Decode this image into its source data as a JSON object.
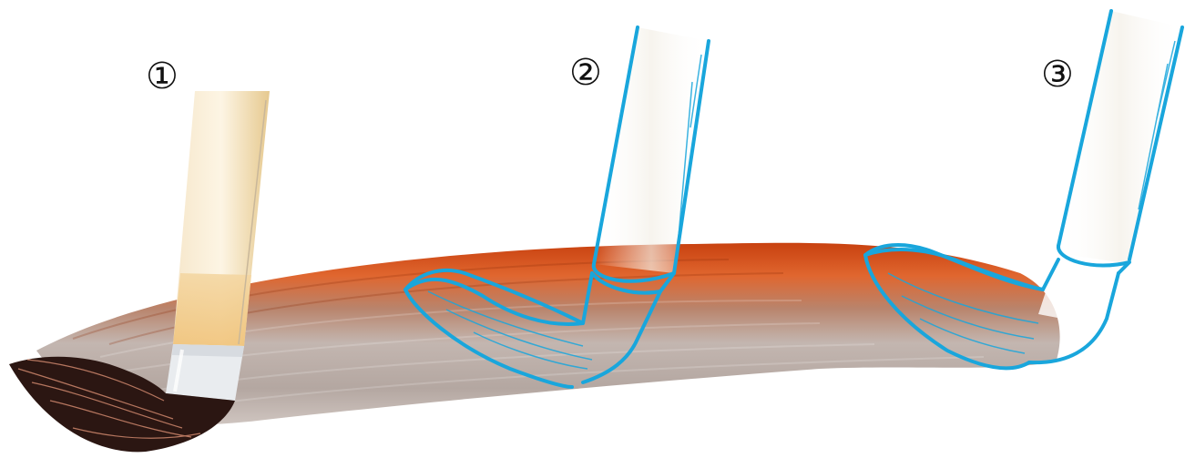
{
  "steps": [
    {
      "label": "①"
    },
    {
      "label": "②"
    },
    {
      "label": "③"
    }
  ],
  "colors": {
    "background": "#ffffff",
    "paint_orange": "#d2511d",
    "paint_gray": "#b9aca6",
    "outline_blue": "#19a6dc",
    "brush_bristles": "#2b1612",
    "brush_handle": "#f2dcb2"
  },
  "icons": {
    "brush_full": "paintbrush-icon",
    "brush_outline": "paintbrush-outline-icon"
  }
}
